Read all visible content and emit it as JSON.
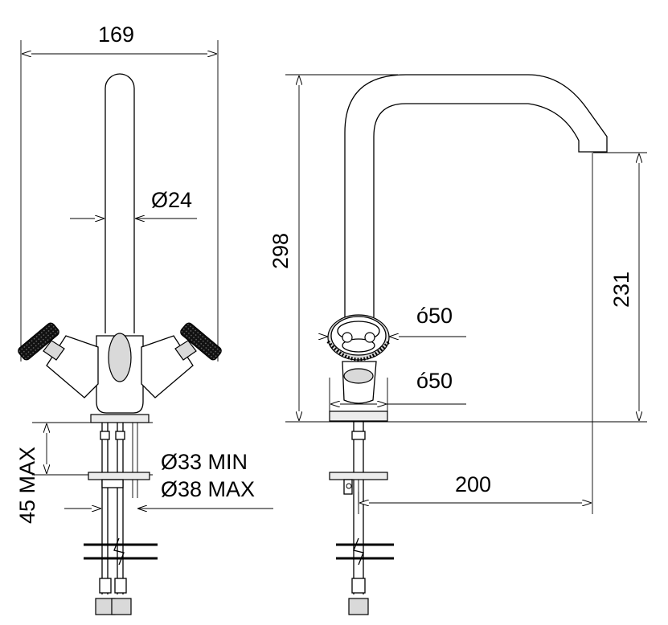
{
  "dimensions": {
    "width_169": "169",
    "diameter_24": "Ø24",
    "max_45": "45 MAX",
    "min_33": "Ø33 MIN",
    "max_38": "Ø38 MAX",
    "height_298": "298",
    "handle_50": "ó50",
    "base_50": "ó50",
    "height_231": "231",
    "reach_200": "200"
  }
}
